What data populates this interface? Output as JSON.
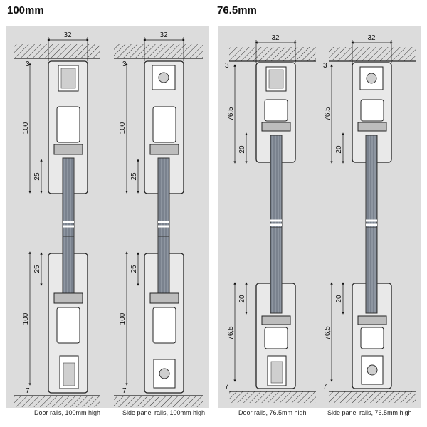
{
  "headings": {
    "left": "100mm",
    "right": "76.5mm"
  },
  "captions": {
    "door_100": "Door rails, 100mm high",
    "side_100": "Side panel rails, 100mm high",
    "door_765": "Door rails, 76.5mm high",
    "side_765": "Side panel rails, 76.5mm high"
  },
  "dims": {
    "width": "32",
    "top_gap": "3",
    "bottom_gap": "7",
    "rail_100": "100",
    "glass_100": "25",
    "rail_765": "76,5",
    "glass_765": "20"
  },
  "colors": {
    "panel": "#dcdcdc",
    "glass": "#8e96a1",
    "rail": "#e9e9e9",
    "line": "#222222"
  }
}
